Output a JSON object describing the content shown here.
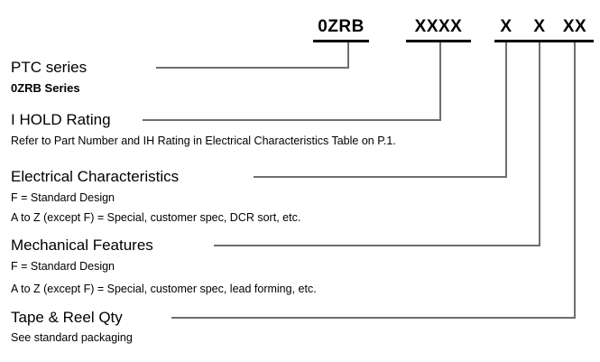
{
  "part_number": {
    "segments": [
      {
        "text": "0ZRB",
        "name": "segment-series"
      },
      {
        "text": "XXXX",
        "name": "segment-ihold"
      },
      {
        "text": "X",
        "name": "segment-electrical"
      },
      {
        "text": "X",
        "name": "segment-mechanical"
      },
      {
        "text": "XX",
        "name": "segment-tape-reel"
      }
    ]
  },
  "callouts": [
    {
      "title": "PTC series",
      "lines": [
        "0ZRB Series"
      ],
      "line_style": "bold"
    },
    {
      "title": "I HOLD Rating",
      "lines": [
        "Refer to Part Number and IH Rating in Electrical Characteristics Table on P.1."
      ],
      "line_style": "normal"
    },
    {
      "title": "Electrical Characteristics",
      "lines": [
        "F = Standard Design",
        "A to Z (except F) = Special, customer spec, DCR sort, etc."
      ],
      "line_style": "normal"
    },
    {
      "title": "Mechanical Features",
      "lines": [
        "F = Standard Design",
        "A to Z (except F) = Special, customer spec, lead forming, etc."
      ],
      "line_style": "normal"
    },
    {
      "title": "Tape & Reel Qty",
      "lines": [
        "See standard packaging"
      ],
      "line_style": "normal"
    }
  ],
  "colors": {
    "text": "#000000",
    "rule": "#000000",
    "leader": "#6e6e6e",
    "background": "#ffffff"
  }
}
